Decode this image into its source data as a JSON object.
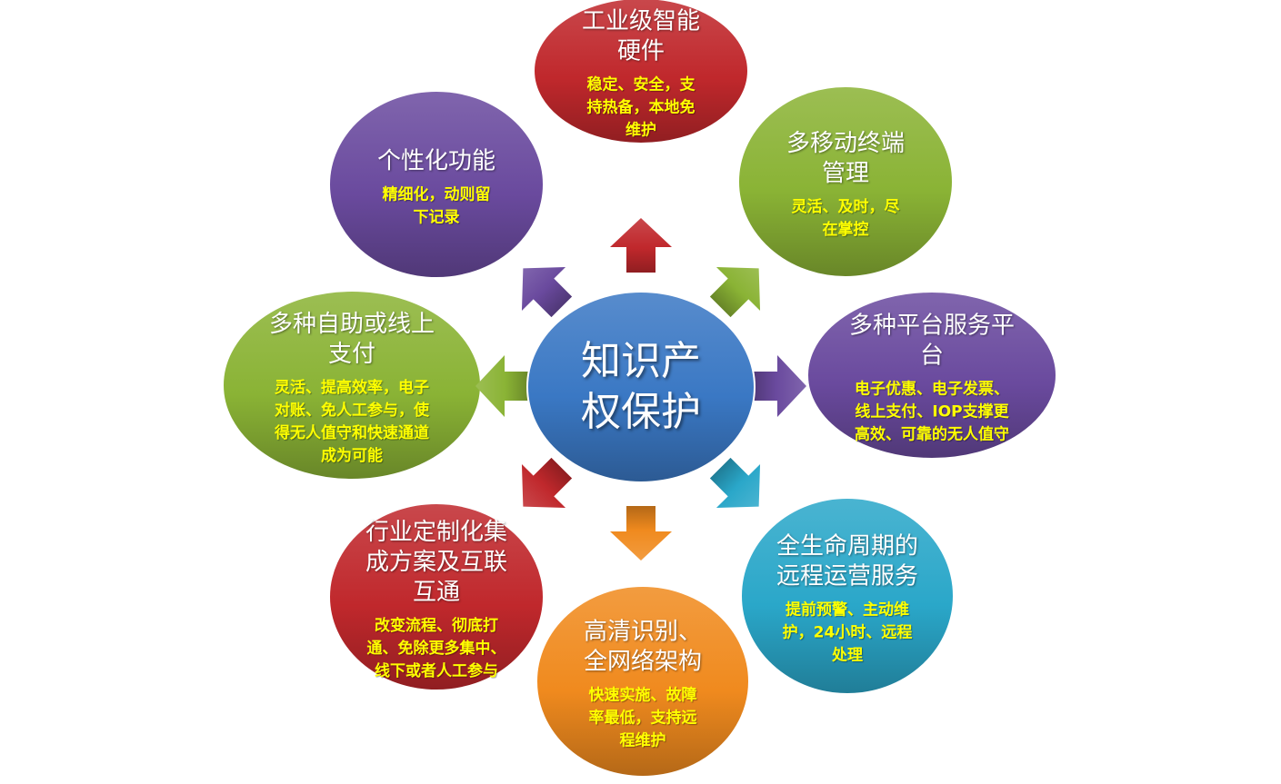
{
  "center": {
    "label": "知识产权保护",
    "line1": "知识产",
    "line2": "权保护",
    "color": "#3a78c4"
  },
  "nodes": [
    {
      "title": "工业级智能硬件",
      "desc": "稳定、安全，支持热备，本地免维护",
      "t": [
        "工业级智能",
        "硬件"
      ],
      "d": [
        "稳定、安全，支",
        "持热备，本地免",
        "维护"
      ],
      "color": "#c0282c"
    },
    {
      "title": "多移动终端管理",
      "desc": "灵活、及时，尽在掌控",
      "t": [
        "多移动终端",
        "管理"
      ],
      "d": [
        "灵活、及时，尽",
        "在掌控"
      ],
      "color": "#8ab335"
    },
    {
      "title": "多种平台服务平台",
      "desc": "电子优惠、电子发票、线上支付、IOP支撑更高效、可靠的无人值守",
      "t": [
        "多种平台服务平",
        "台"
      ],
      "d": [
        "电子优惠、电子发票、",
        "线上支付、IOP支撑更",
        "高效、可靠的无人值守"
      ],
      "color": "#6a4a9e"
    },
    {
      "title": "全生命周期的远程运营服务",
      "desc": "提前预警、主动维护，24小时、远程处理",
      "t": [
        "全生命周期的",
        "远程运营服务"
      ],
      "d": [
        "提前预警、主动维",
        "护，24小时、远程",
        "处理"
      ],
      "color": "#2aa7c9"
    },
    {
      "title": "高清识别、全网络架构",
      "desc": "快速实施、故障率最低，支持远程维护",
      "t": [
        "高清识别、",
        "全网络架构"
      ],
      "d": [
        "快速实施、故障",
        "率最低，支持远",
        "程维护"
      ],
      "color": "#f08a1e"
    },
    {
      "title": "行业定制化集成方案及互联互通",
      "desc": "改变流程、彻底打通、免除更多集中、线下或者人工参与",
      "t": [
        "行业定制化集",
        "成方案及互联",
        "互通"
      ],
      "d": [
        "改变流程、彻底打",
        "通、免除更多集中、",
        "线下或者人工参与"
      ],
      "color": "#c0282c"
    },
    {
      "title": "多种自助或线上支付",
      "desc": "灵活、提高效率，电子对账、免人工参与，使得无人值守和快速通道成为可能",
      "t": [
        "多种自助或线上",
        "支付"
      ],
      "d": [
        "灵活、提高效率，电子",
        "对账、免人工参与，使",
        "得无人值守和快速通道",
        "成为可能"
      ],
      "color": "#8ab335"
    },
    {
      "title": "个性化功能",
      "desc": "精细化，动则留下记录",
      "t": [
        "个性化功能"
      ],
      "d": [
        "精细化，动则留",
        "下记录"
      ],
      "color": "#6a4a9e"
    }
  ]
}
